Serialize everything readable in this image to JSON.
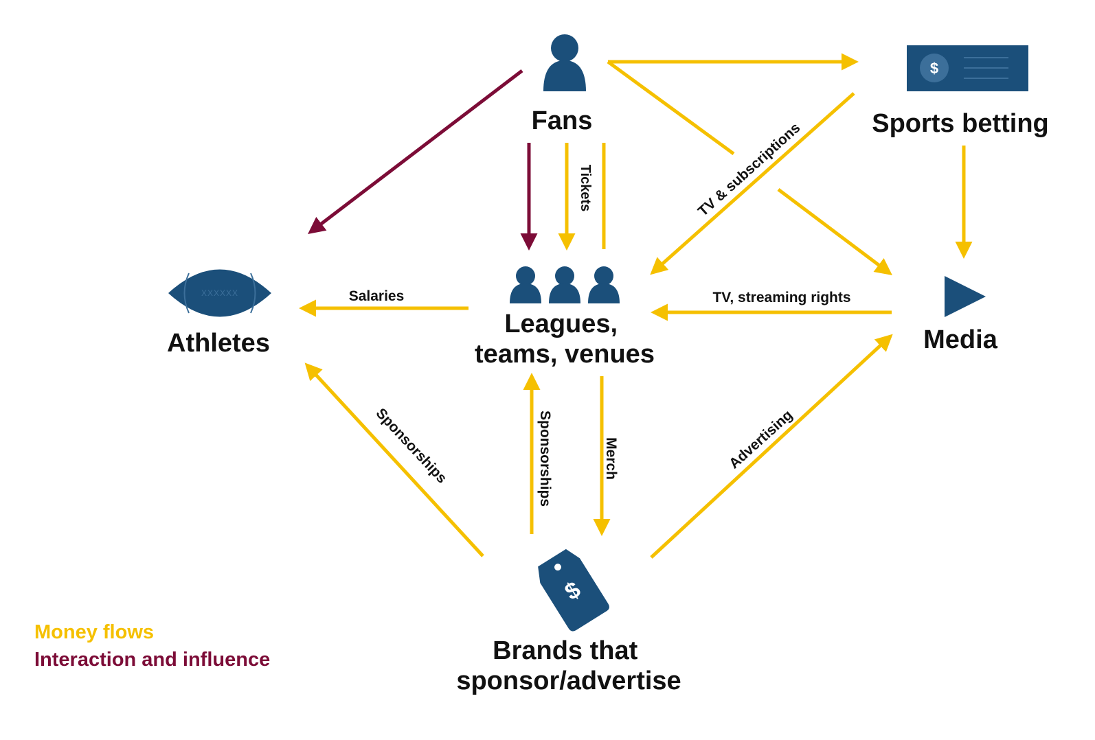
{
  "colors": {
    "money": "#F5C000",
    "influence": "#7C0C37",
    "icon": "#1B4F7A",
    "icon_light": "#3C6F9A",
    "text": "#111111"
  },
  "nodes": {
    "fans": {
      "label": "Fans",
      "icon": "person-icon"
    },
    "betting": {
      "label": "Sports betting",
      "icon": "banknote-icon",
      "icon_symbol": "$"
    },
    "leagues": {
      "lines": [
        "Leagues,",
        "teams, venues"
      ],
      "icon": "group-icon"
    },
    "athletes": {
      "label": "Athletes",
      "icon": "football-icon",
      "icon_text": "XXXXXX"
    },
    "media": {
      "label": "Media",
      "icon": "play-icon"
    },
    "brands": {
      "lines": [
        "Brands that",
        "sponsor/advertise"
      ],
      "icon": "price-tag-icon",
      "icon_symbol": "$"
    }
  },
  "flows": {
    "tickets": "Tickets",
    "tv_subscriptions": "TV & subscriptions",
    "salaries": "Salaries",
    "tv_streaming_rights": "TV, streaming rights",
    "sponsorships_athletes": "Sponsorships",
    "sponsorships_leagues": "Sponsorships",
    "merch": "Merch",
    "advertising": "Advertising"
  },
  "legend": {
    "money": "Money flows",
    "influence": "Interaction and influence"
  }
}
